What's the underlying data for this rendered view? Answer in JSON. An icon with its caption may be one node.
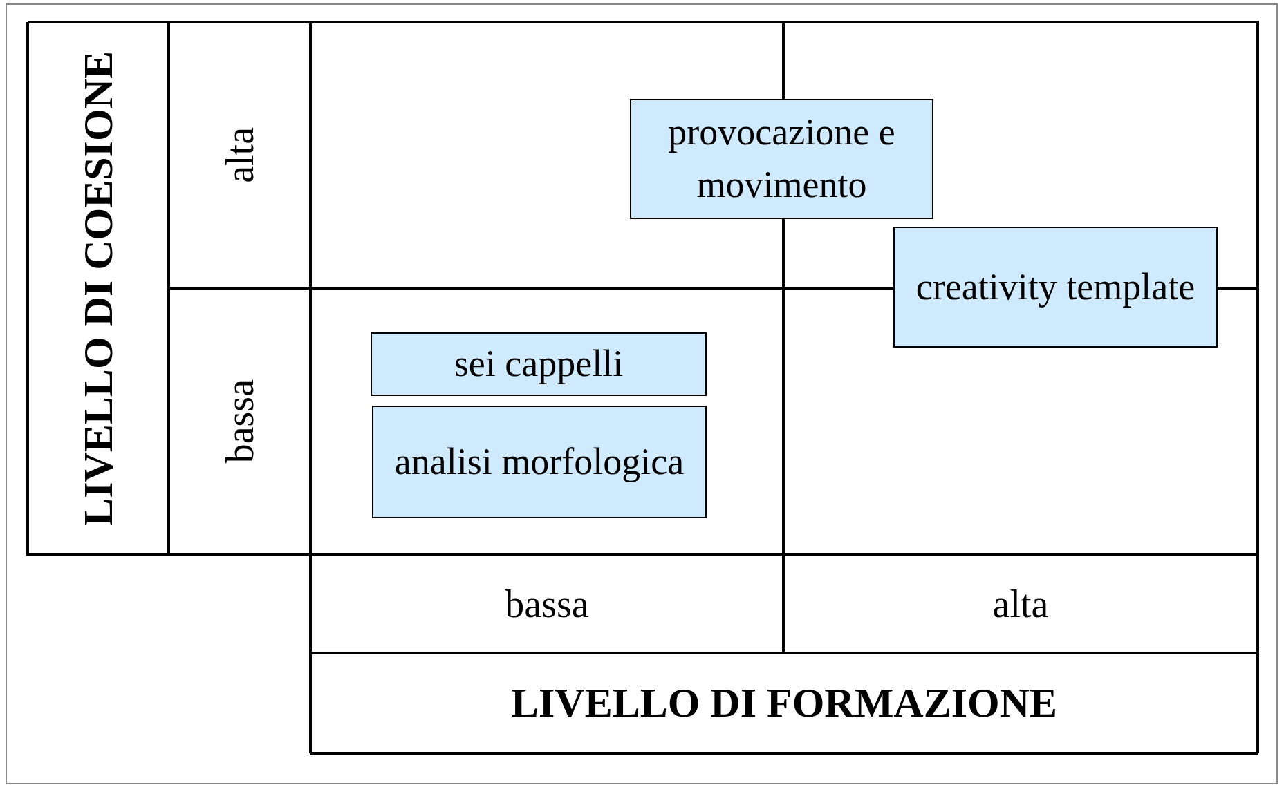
{
  "diagram": {
    "nodes": [
      {
        "text": [
          "provocazione e movimento"
        ]
      },
      {
        "text": [
          "creativity template"
        ]
      },
      {
        "text": [
          "sei cappelli"
        ]
      },
      {
        "text": [
          "analisi morfologica"
        ]
      }
    ],
    "labels": [
      "LIVELLO DI COESIONE",
      "alta",
      "bassa",
      "bassa",
      "alta",
      "LIVELLO DI FORMAZIONE"
    ]
  }
}
